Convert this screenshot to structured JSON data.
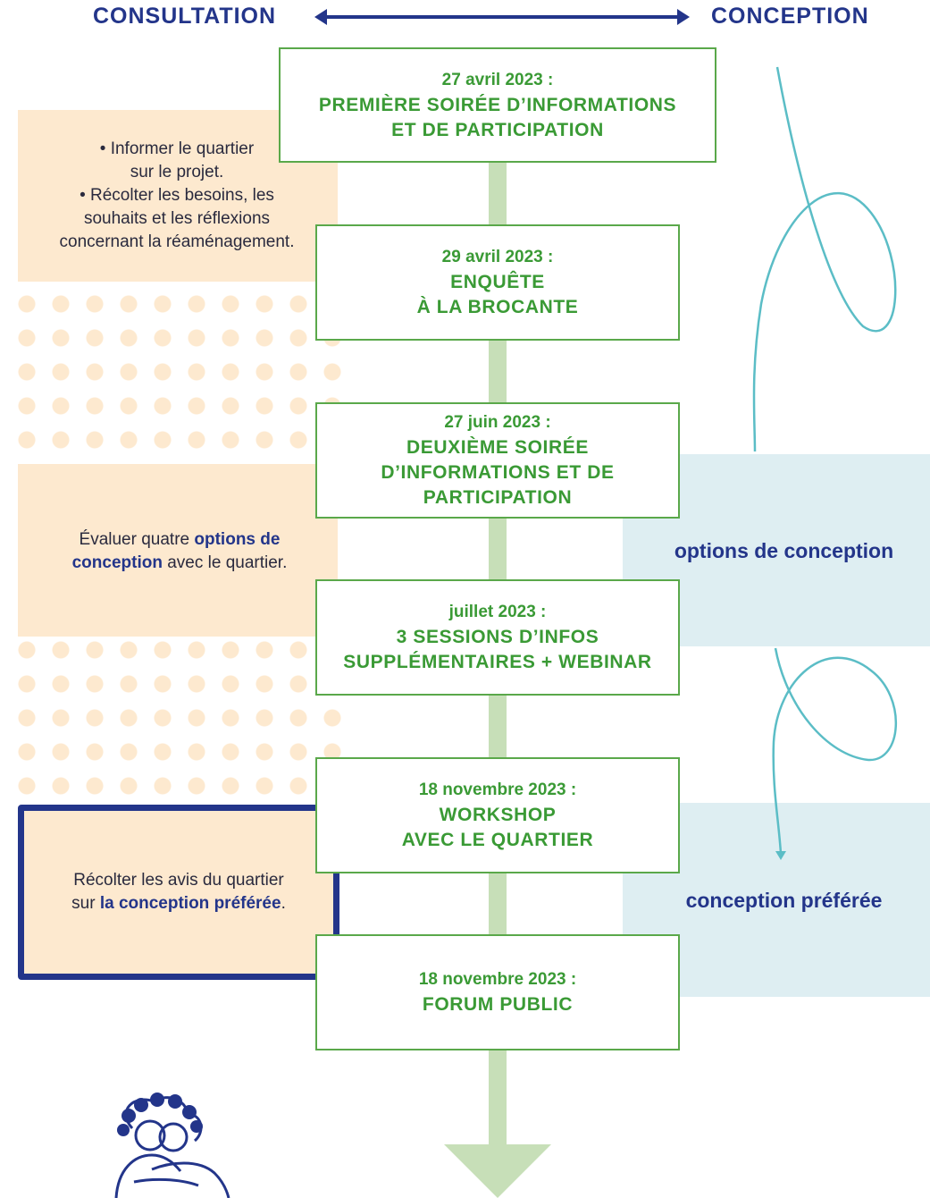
{
  "header": {
    "left": "CONSULTATION",
    "right": "CONCEPTION",
    "accent": "#23358a"
  },
  "events": [
    {
      "date": "27 avril 2023 :",
      "title_lines": [
        "PREMIÈRE SOIRÉE D’INFORMATIONS",
        "ET DE PARTICIPATION"
      ]
    },
    {
      "date": "29 avril 2023 :",
      "title_lines": [
        "ENQUÊTE",
        "À LA BROCANTE"
      ]
    },
    {
      "date": "27 juin 2023 :",
      "title_lines": [
        "DEUXIÈME SOIRÉE",
        "D’INFORMATIONS ET DE",
        "PARTICIPATION"
      ]
    },
    {
      "date": "juillet 2023 :",
      "title_lines": [
        "3 SESSIONS D’INFOS",
        "SUPPLÉMENTAIRES + WEBINAR"
      ]
    },
    {
      "date": "18 novembre 2023 :",
      "title_lines": [
        "WORKSHOP",
        "AVEC LE QUARTIER"
      ]
    },
    {
      "date": "18 novembre 2023 :",
      "title_lines": [
        "FORUM PUBLIC"
      ]
    }
  ],
  "consultation_notes": {
    "note1": {
      "line1": "• Informer le quartier",
      "line2": "sur le projet.",
      "line3": "• Récolter les besoins, les",
      "line4": "souhaits et les réflexions",
      "line5": "concernant la réaménagement."
    },
    "note2": {
      "pre": "Évaluer quatre ",
      "bold1": "options de",
      "bold2": "conception",
      "post": " avec le quartier."
    },
    "note3": {
      "line1": "Récolter les avis du quartier",
      "pre": "sur ",
      "bold": "la conception préférée",
      "post": "."
    }
  },
  "conception_labels": {
    "options": "options de conception",
    "preferred": "conception préférée"
  },
  "colors": {
    "event_green": "#3a9a35",
    "spine_green": "#c7dfb8",
    "peach": "#fde9cf",
    "light_blue": "#deeef2",
    "loop_teal": "#5bbdc6"
  },
  "illustration": "two-people-hugging-icon"
}
